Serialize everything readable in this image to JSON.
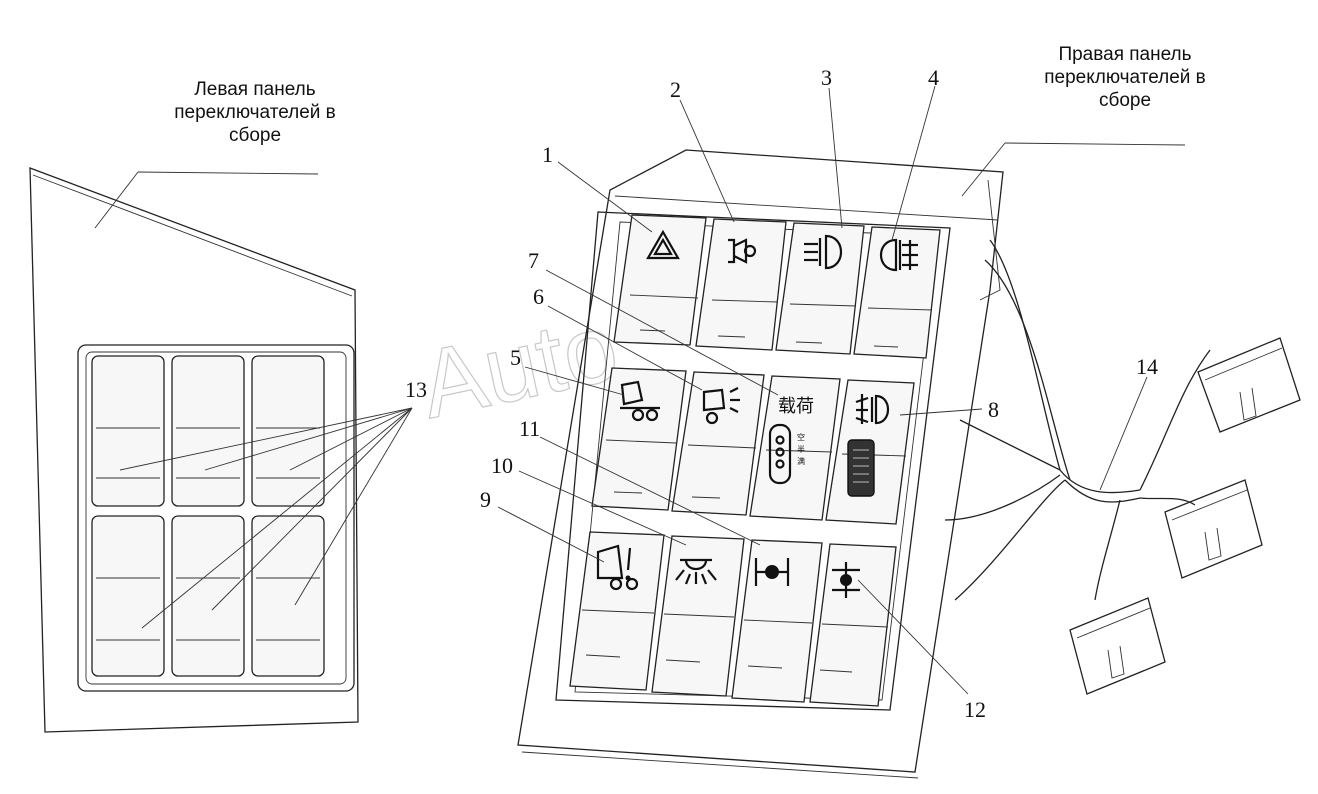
{
  "titles": {
    "left_panel": "Левая панель\nпереключателей в\nсборе",
    "right_panel": "Правая панель\nпереключателей в\nсборе"
  },
  "callouts": [
    "1",
    "2",
    "3",
    "4",
    "5",
    "6",
    "7",
    "8",
    "9",
    "10",
    "11",
    "12",
    "13",
    "14"
  ],
  "switch_labels": {
    "cargo": "载荷",
    "cargo_small_1": "空",
    "cargo_small_2": "半",
    "cargo_small_3": "满"
  },
  "watermark": "Auto",
  "icons": {
    "1": "hazard-warning-icon",
    "2": "horn-icon",
    "3": "front-fog-light-icon",
    "4": "rear-fog-light-icon",
    "5": "cab-tilt-icon",
    "6": "cab-light-icon",
    "7": "load-selector-icon",
    "8": "headlight-leveling-icon",
    "9": "dump-body-warning-icon",
    "10": "work-light-icon",
    "11": "axle-lock-icon",
    "12": "interaxle-lock-icon"
  }
}
